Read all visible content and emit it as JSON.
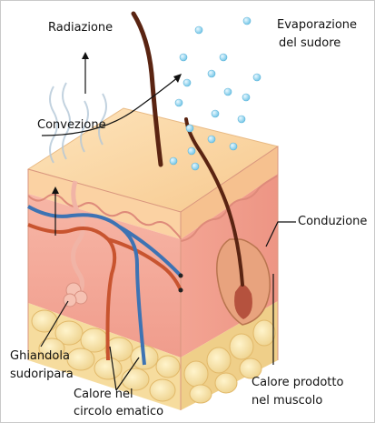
{
  "labels": {
    "radiation": "Radiazione",
    "evaporation_line1": "Evaporazione",
    "evaporation_line2": "del sudore",
    "convection": "Convezione",
    "conduction": "Conduzione",
    "sweat_gland_line1": "Ghiandola",
    "sweat_gland_line2": "sudoripara",
    "blood_heat_line1": "Calore nel",
    "blood_heat_line2": "circolo ematico",
    "muscle_heat_line1": "Calore prodotto",
    "muscle_heat_line2": "nel muscolo"
  },
  "colors": {
    "epidermis_top": "#fbd9a7",
    "dermis": "#f4a79a",
    "fat": "#f7e3a8",
    "vein": "#3d73b3",
    "artery": "#c8542f",
    "hair": "#5a2412",
    "sweat_drop": "#8fd3ee"
  }
}
